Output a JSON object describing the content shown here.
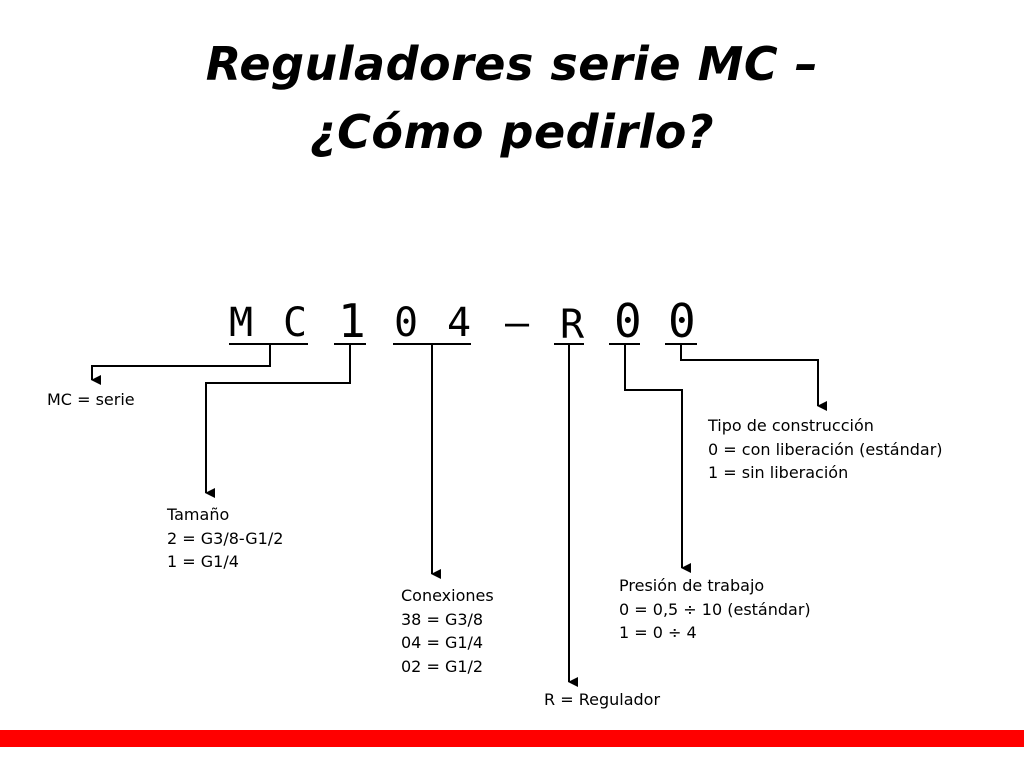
{
  "title": {
    "line1": "Reguladores serie MC –",
    "line2": "¿Cómo pedirlo?"
  },
  "code": {
    "c1": "M",
    "c2": "C",
    "c3": "1",
    "c4": "0",
    "c5": "4",
    "c6": "–",
    "c7": "R",
    "c8": "0",
    "c9": "0"
  },
  "labels": {
    "mc": {
      "key": "MC",
      "text": " = serie"
    },
    "tamano": {
      "heading": "Tamaño",
      "l1": "2 = G3/8-G1/2",
      "l2_key": "1",
      "l2_text": " = G1/4"
    },
    "conex": {
      "heading": "Conexiones",
      "l1": "38 = G3/8",
      "l2_key": "04",
      "l2_text": " = G1/4",
      "l3": "02 = G1/2"
    },
    "reg": {
      "key": "R",
      "text": " = Regulador"
    },
    "presion": {
      "heading": "Presión de trabajo",
      "l1_key": "0",
      "l1_text": " = 0,5 ÷ 10 (estándar)",
      "l2": "1 = 0 ÷ 4"
    },
    "tipo": {
      "heading": "Tipo de construcción",
      "l1_key": "0",
      "l1_text": " = con liberación (estándar)",
      "l2": "1 = sin liberación"
    }
  },
  "colors": {
    "accent_bar": "#ff0000",
    "line": "#000000"
  }
}
